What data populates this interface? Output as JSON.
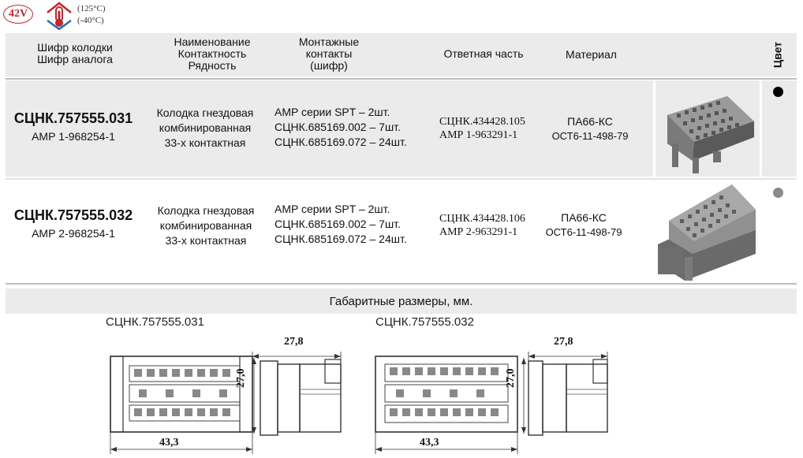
{
  "badges": {
    "voltage": "42V",
    "temp_high": "(125°C)",
    "temp_low": "(-40°C)",
    "thermometer_icon": "thermometer-icon"
  },
  "header": {
    "col1_line1": "Шифр колодки",
    "col1_line2": "Шифр аналога",
    "col2_line1": "Наименование",
    "col2_line2": "Контактность",
    "col2_line3": "Рядность",
    "col3_line1": "Монтажные",
    "col3_line2": "контакты",
    "col3_line3": "(шифр)",
    "col4": "Ответная часть",
    "col5": "Материал",
    "col6": "Цвет"
  },
  "rows": [
    {
      "code": "СЦНК.757555.031",
      "analog": "АМР 1-968254-1",
      "name1": "Колодка гнездовая",
      "name2": "комбинированная",
      "name3": "33-х контактная",
      "contacts1": "AMP серии SPT – 2шт.",
      "contacts2": "СЦНК.685169.002 – 7шт.",
      "contacts3": "СЦНК.685169.072 – 24шт.",
      "mate1": "СЦНК.434428.105",
      "mate2": "АМР 1-963291-1",
      "material1": "ПА66-КС",
      "material2": "ОСТ6-11-498-79",
      "color_hex": "#000000"
    },
    {
      "code": "СЦНК.757555.032",
      "analog": "АМР 2-968254-1",
      "name1": "Колодка гнездовая",
      "name2": "комбинированная",
      "name3": "33-х контактная",
      "contacts1": "AMP серии SPT – 2шт.",
      "contacts2": "СЦНК.685169.002 – 7шт.",
      "contacts3": "СЦНК.685169.072 – 24шт.",
      "mate1": "СЦНК.434428.106",
      "mate2": "АМР 2-963291-1",
      "material1": "ПА66-КС",
      "material2": "ОСТ6-11-498-79",
      "color_hex": "#8a8a8a"
    }
  ],
  "dimensions": {
    "title": "Габаритные размеры, мм.",
    "drawing1_label": "СЦНК.757555.031",
    "drawing2_label": "СЦНК.757555.032",
    "width": "43,3",
    "depth": "27,8",
    "height": "27,0"
  }
}
